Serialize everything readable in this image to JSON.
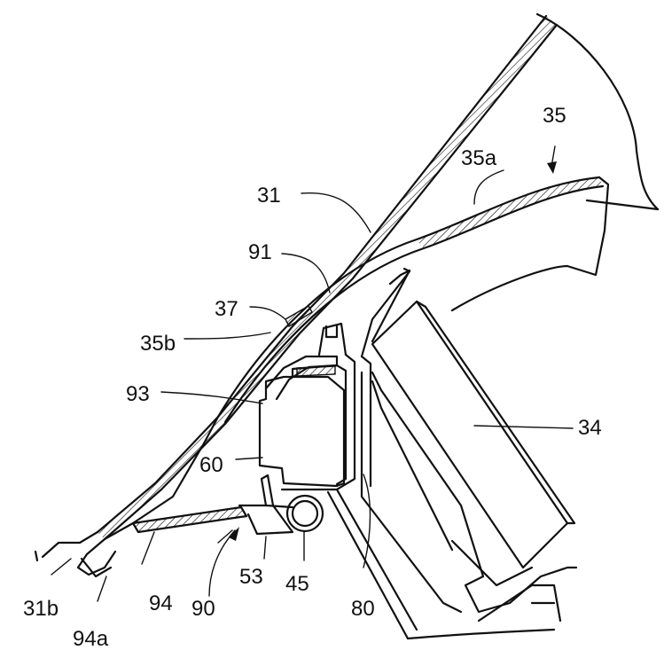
{
  "labels": {
    "l35": "35",
    "l35a": "35a",
    "l31": "31",
    "l91": "91",
    "l37": "37",
    "l35b": "35b",
    "l93": "93",
    "l34": "34",
    "l60": "60",
    "l53": "53",
    "l45": "45",
    "l80": "80",
    "l90": "90",
    "l94": "94",
    "l31b": "31b",
    "l94a": "94a"
  }
}
